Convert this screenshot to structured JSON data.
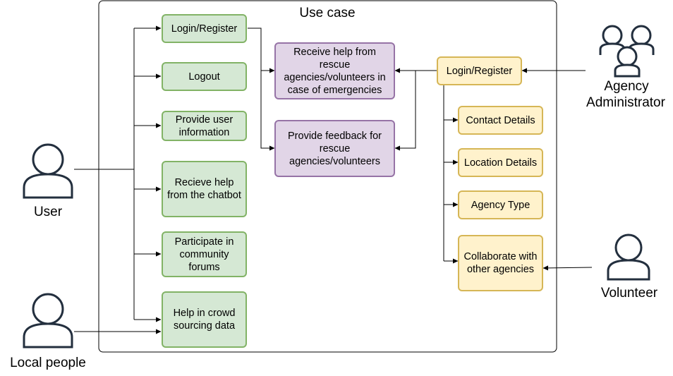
{
  "system": {
    "title": "Use case"
  },
  "actors": {
    "user": "User",
    "local_people": "Local people",
    "agency_admin_line1": "Agency",
    "agency_admin_line2": "Administrator",
    "volunteer": "Volunteer"
  },
  "user_cases": {
    "login_register": "Login/Register",
    "logout": "Logout",
    "provide_info": "Provide user information",
    "chatbot_help": "Recieve help from the chatbot",
    "forums": "Participate in community forums",
    "crowdsourcing": "Help in crowd sourcing data"
  },
  "shared_cases": {
    "receive_help": "Receive help from rescue agencies/volunteers in case of emergencies",
    "feedback": "Provide feedback for rescue agencies/volunteers"
  },
  "agency_cases": {
    "login_register": "Login/Register",
    "contact_details": "Contact Details",
    "location_details": "Location Details",
    "agency_type": "Agency Type",
    "collaborate": "Collaborate with other agencies"
  },
  "colors": {
    "green_fill": "#d5e8d4",
    "green_border": "#82b366",
    "purple_fill": "#e1d5e7",
    "purple_border": "#9673a6",
    "yellow_fill": "#fff2cc",
    "yellow_border": "#d6b656",
    "actor_stroke": "#232f3e"
  }
}
